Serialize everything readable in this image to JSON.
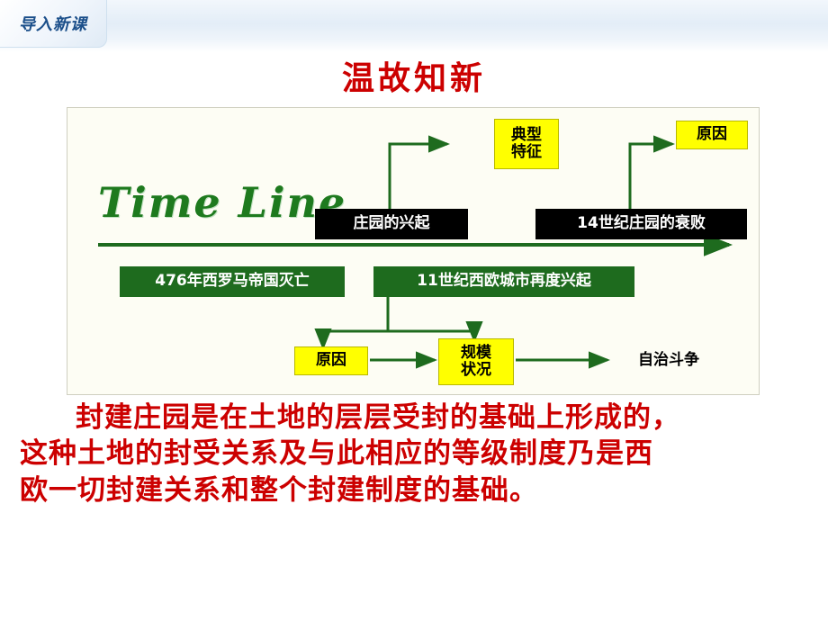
{
  "header": {
    "corner_tag": "导入新课",
    "title": "温故知新"
  },
  "diagram": {
    "timeline_label": "Time  Line",
    "nodes": [
      {
        "id": "typical_features",
        "text": "典型\n特征",
        "style": "yellow"
      },
      {
        "id": "reason_top",
        "text": "原因",
        "style": "yellow"
      },
      {
        "id": "manor_rise",
        "text": "庄园的兴起",
        "style": "black"
      },
      {
        "id": "manor_decline",
        "text": "14世纪庄园的衰败",
        "style": "black"
      },
      {
        "id": "rome_fall",
        "text": "476年西罗马帝国灭亡",
        "style": "green"
      },
      {
        "id": "city_rise",
        "text": "11世纪西欧城市再度兴起",
        "style": "green"
      },
      {
        "id": "reason_bottom",
        "text": "原因",
        "style": "yellow"
      },
      {
        "id": "scale_status",
        "text": "规模\n状况",
        "style": "yellow"
      },
      {
        "id": "autonomy_struggle",
        "text": "自治斗争",
        "style": "plain"
      }
    ],
    "arrow_color": "#1e6b1e"
  },
  "body": {
    "line1": "封建庄园是在土地的层层受封的基础上形成的，",
    "line2": "这种土地的封受关系及与此相应的等级制度乃是西",
    "line3": "欧一切封建关系和整个封建制度的基础。"
  }
}
